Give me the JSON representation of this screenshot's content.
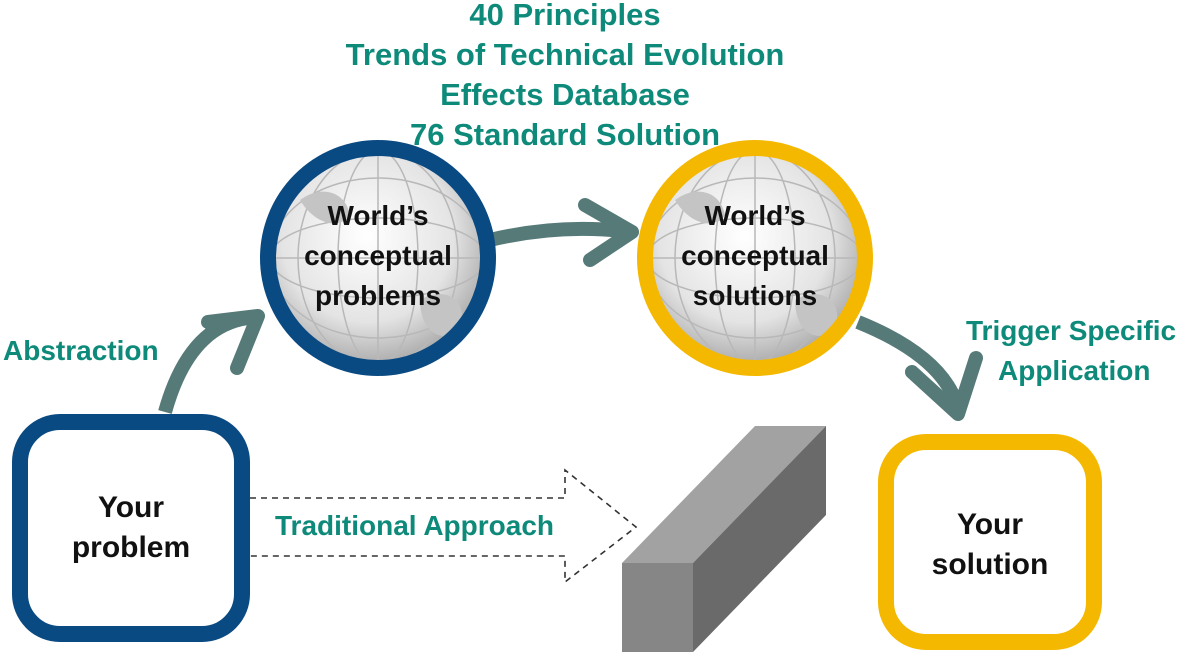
{
  "tools": [
    "40 Principles",
    "Trends of Technical Evolution",
    "Effects Database",
    "76 Standard Solution"
  ],
  "labels": {
    "abstraction": "Abstraction",
    "traditional": "Traditional Approach",
    "trigger_line1": "Trigger Specific",
    "trigger_line2": "Application"
  },
  "nodes": {
    "problem_globe": {
      "line1": "World’s",
      "line2": "conceptual",
      "line3": "problems"
    },
    "solution_globe": {
      "line1": "World’s",
      "line2": "conceptual",
      "line3": "solutions"
    },
    "your_problem": {
      "line1": "Your",
      "line2": "problem"
    },
    "your_solution": {
      "line1": "Your",
      "line2": "solution"
    }
  },
  "colors": {
    "problem_ring": "#0a4a82",
    "solution_ring": "#f5b800",
    "arrow": "#557a78",
    "text_accent": "#0e8a7a"
  }
}
